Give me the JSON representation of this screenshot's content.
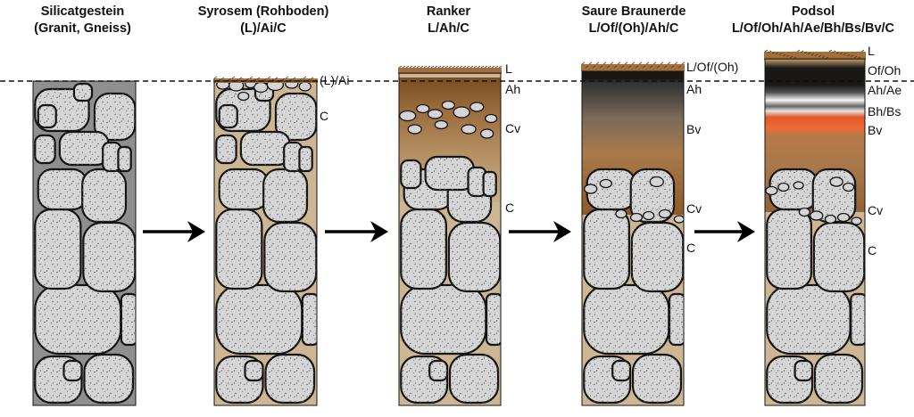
{
  "colors": {
    "rock_fill": "#d5d5d5",
    "rock_outline": "#141414",
    "matrix_sand": "#cdb694",
    "matrix_grey": "#8f8f8f",
    "humus_brown": "#8a5a2a",
    "litter": "#a2703e",
    "organic_black": "#191614",
    "bleached": "#f2f2f2",
    "iron_orange": "#e8582a",
    "bv_brown": "#a8784a"
  },
  "profiles": [
    {
      "title_line1": "Silicatgestein",
      "title_line2": "(Granit, Gneiss)",
      "labels": []
    },
    {
      "title_line1": "Syrosem (Rohboden)",
      "title_line2": "(L)/Ai/C",
      "labels": [
        "(L)/Ai",
        "C"
      ]
    },
    {
      "title_line1": "Ranker",
      "title_line2": "L/Ah/C",
      "labels": [
        "L",
        "Ah",
        "Cv",
        "C"
      ]
    },
    {
      "title_line1": "Saure Braunerde",
      "title_line2": "L/Of/(Oh)/Ah/C",
      "labels": [
        "L/Of/(Oh)",
        "Ah",
        "Bv",
        "Cv",
        "C"
      ]
    },
    {
      "title_line1": "Podsol",
      "title_line2": "L/Of/Oh/Ah/Ae/Bh/Bs/Bv/C",
      "labels": [
        "L",
        "Of/Oh",
        "Ah/Ae",
        "Bh/Bs",
        "Bv",
        "Cv",
        "C"
      ]
    }
  ]
}
